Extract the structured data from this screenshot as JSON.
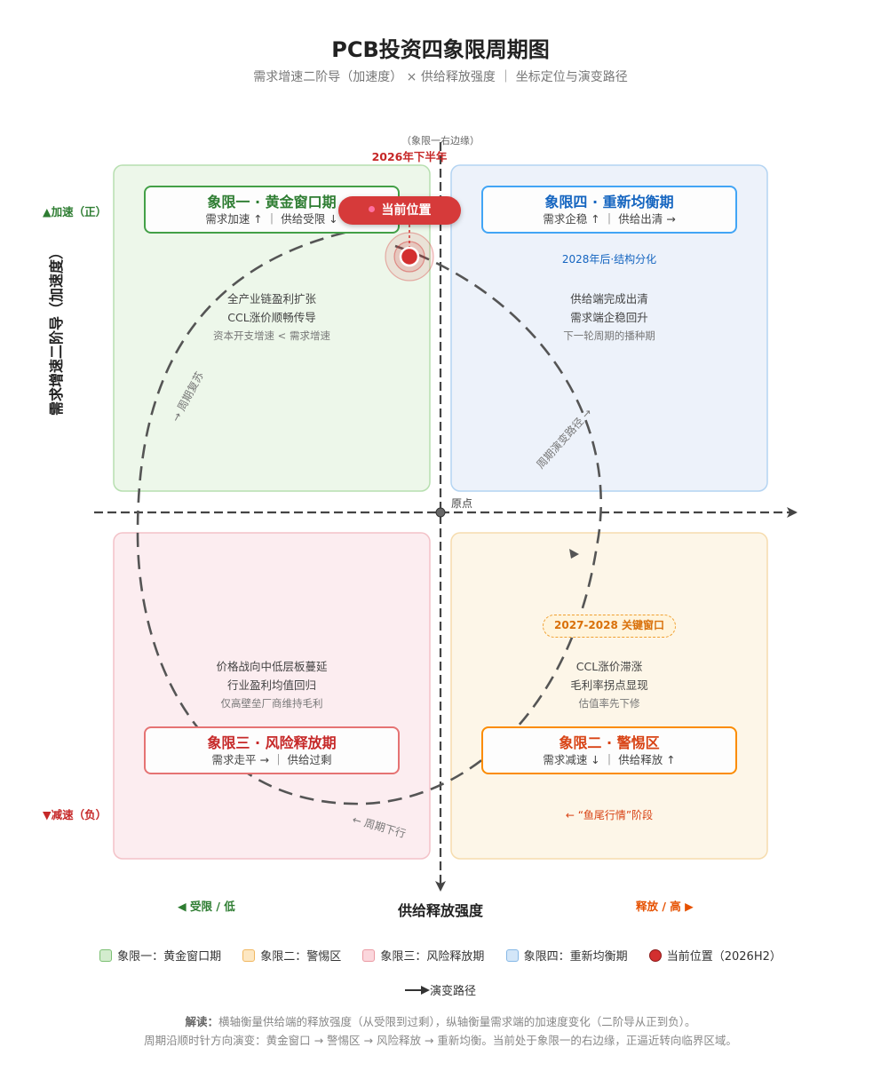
{
  "title": "PCB投资四象限周期图",
  "subtitle": "需求增速二阶导（加速度） × 供给释放强度 ｜ 坐标定位与演变路径",
  "axes": {
    "y_title": "需求增速二阶导（加速度）",
    "y_pos": "▲加速（正）",
    "y_neg": "▼减速（负）",
    "x_title": "供给释放强度",
    "x_low": "◀ 受限 / 低",
    "x_high": "释放 / 高 ▶",
    "origin": "原点"
  },
  "top_marker": {
    "edge_note": "（象限一右边缘）",
    "period": "2026年下半年"
  },
  "current": {
    "label": "当前位置"
  },
  "quadrants": {
    "q1": {
      "title": "象限一 · 黄金窗口期",
      "sub": "需求加速 ↑ ｜ 供给受限 ↓",
      "d1": "全产业链盈利扩张",
      "d2": "CCL涨价顺畅传导",
      "d3": "资本开支增速 < 需求增速",
      "fill": "#edf7ea",
      "border": "#43a047",
      "color": "#2e7d32"
    },
    "q4": {
      "title": "象限四 · 重新均衡期",
      "sub": "需求企稳 ↑ ｜ 供给出清 →",
      "note": "2028年后·结构分化",
      "d1": "供给端完成出清",
      "d2": "需求端企稳回升",
      "d3": "下一轮周期的播种期",
      "fill": "#edf2fa",
      "border": "#42a5f5",
      "color": "#1565c0"
    },
    "q3": {
      "title": "象限三 · 风险释放期",
      "sub": "需求走平 → ｜ 供给过剩",
      "d1": "价格战向中低层板蔓延",
      "d2": "行业盈利均值回归",
      "d3": "仅高壁垒厂商维持毛利",
      "fill": "#fcedf0",
      "border": "#e57373",
      "color": "#c62828"
    },
    "q2": {
      "title": "象限二 · 警惕区",
      "sub": "需求减速 ↓ ｜ 供给释放 ↑",
      "window": "2027-2028 关键窗口",
      "d1": "CCL涨价滞涨",
      "d2": "毛利率拐点显现",
      "d3": "估值率先下修",
      "note": "← “鱼尾行情”阶段",
      "fill": "#fdf6e8",
      "border": "#fb8c00",
      "color": "#d84315"
    }
  },
  "path_labels": {
    "recover": "→ 周期复苏",
    "evolve": "周期演变路径 →",
    "down": "← 周期下行"
  },
  "legend": {
    "q1": "象限一：黄金窗口期",
    "q2": "象限二：警惕区",
    "q3": "象限三：风险释放期",
    "q4": "象限四：重新均衡期",
    "current": "当前位置（2026H2）",
    "path": "演变路径"
  },
  "footer": {
    "bold": "解读：",
    "line1": "横轴衡量供给端的释放强度（从受限到过剩），纵轴衡量需求端的加速度变化（二阶导从正到负）。",
    "line2": "周期沿顺时针方向演变：黄金窗口 → 警惕区 → 风险释放 → 重新均衡。当前处于象限一的右边缘，正逼近转向临界区域。"
  }
}
